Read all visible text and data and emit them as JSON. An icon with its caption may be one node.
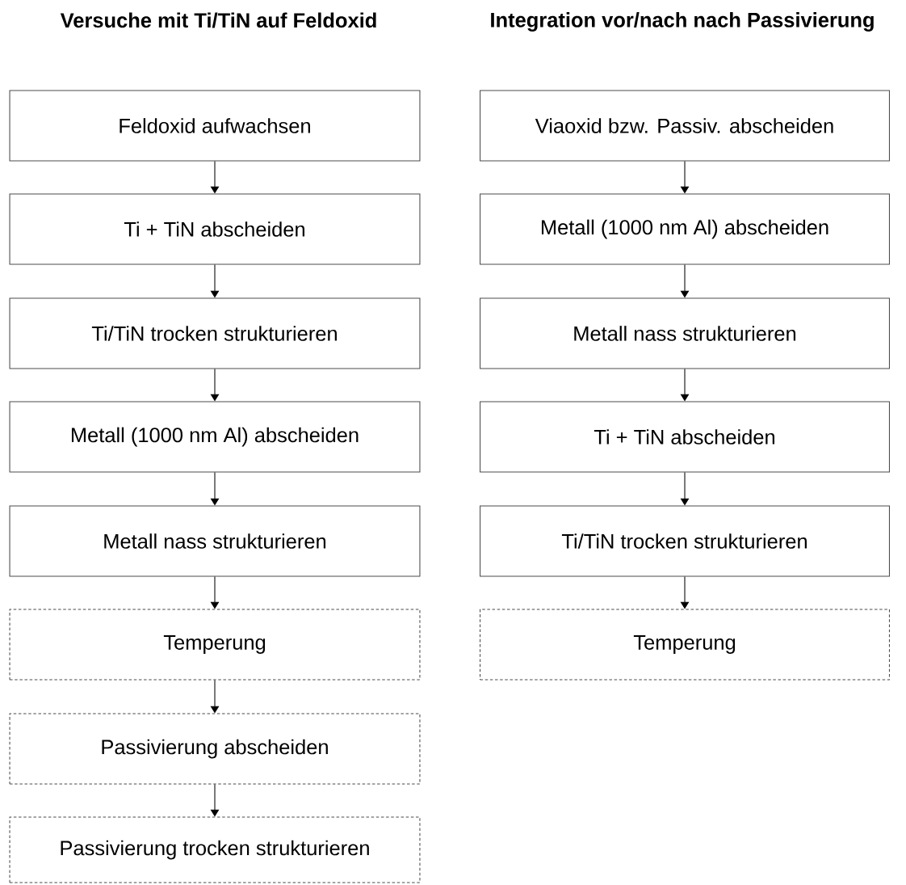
{
  "diagram": {
    "nodes": [
      {
        "text": [
          "Feldoxid aufwachsen"
        ]
      },
      {
        "text": [
          "Ti + TiN abscheiden"
        ]
      },
      {
        "text": [
          "Ti/TiN trocken strukturieren"
        ]
      },
      {
        "text": [
          "Metall (1000 nm Al) abscheiden"
        ]
      },
      {
        "text": [
          "Metall nass strukturieren"
        ]
      },
      {
        "text": [
          "Temperung"
        ]
      },
      {
        "text": [
          "Passivierung abscheiden"
        ]
      },
      {
        "text": [
          "Passivierung trocken strukturieren"
        ]
      },
      {
        "text": [
          "Viaoxid bzw. Passiv. abscheiden"
        ]
      },
      {
        "text": [
          "Metall (1000 nm Al) abscheiden"
        ]
      },
      {
        "text": [
          "Metall nass strukturieren"
        ]
      },
      {
        "text": [
          "Ti + TiN abscheiden"
        ]
      },
      {
        "text": [
          "Ti/TiN trocken strukturieren"
        ]
      },
      {
        "text": [
          "Temperung"
        ]
      }
    ],
    "edges": [
      {
        "from": 0,
        "to": 1,
        "arrow": "to"
      },
      {
        "from": 1,
        "to": 2,
        "arrow": "to"
      },
      {
        "from": 2,
        "to": 3,
        "arrow": "to"
      },
      {
        "from": 3,
        "to": 4,
        "arrow": "to"
      },
      {
        "from": 4,
        "to": 5,
        "arrow": "to"
      },
      {
        "from": 5,
        "to": 6,
        "arrow": "to"
      },
      {
        "from": 6,
        "to": 7,
        "arrow": "to"
      },
      {
        "from": 8,
        "to": 9,
        "arrow": "to"
      },
      {
        "from": 9,
        "to": 10,
        "arrow": "to"
      },
      {
        "from": 10,
        "to": 11,
        "arrow": "to"
      },
      {
        "from": 11,
        "to": 12,
        "arrow": "to"
      },
      {
        "from": 12,
        "to": 13,
        "arrow": "to"
      }
    ],
    "labels": [
      "Versuche mit Ti/TiN auf Feldoxid",
      "Integration vor/nach nach Passivierung"
    ]
  }
}
